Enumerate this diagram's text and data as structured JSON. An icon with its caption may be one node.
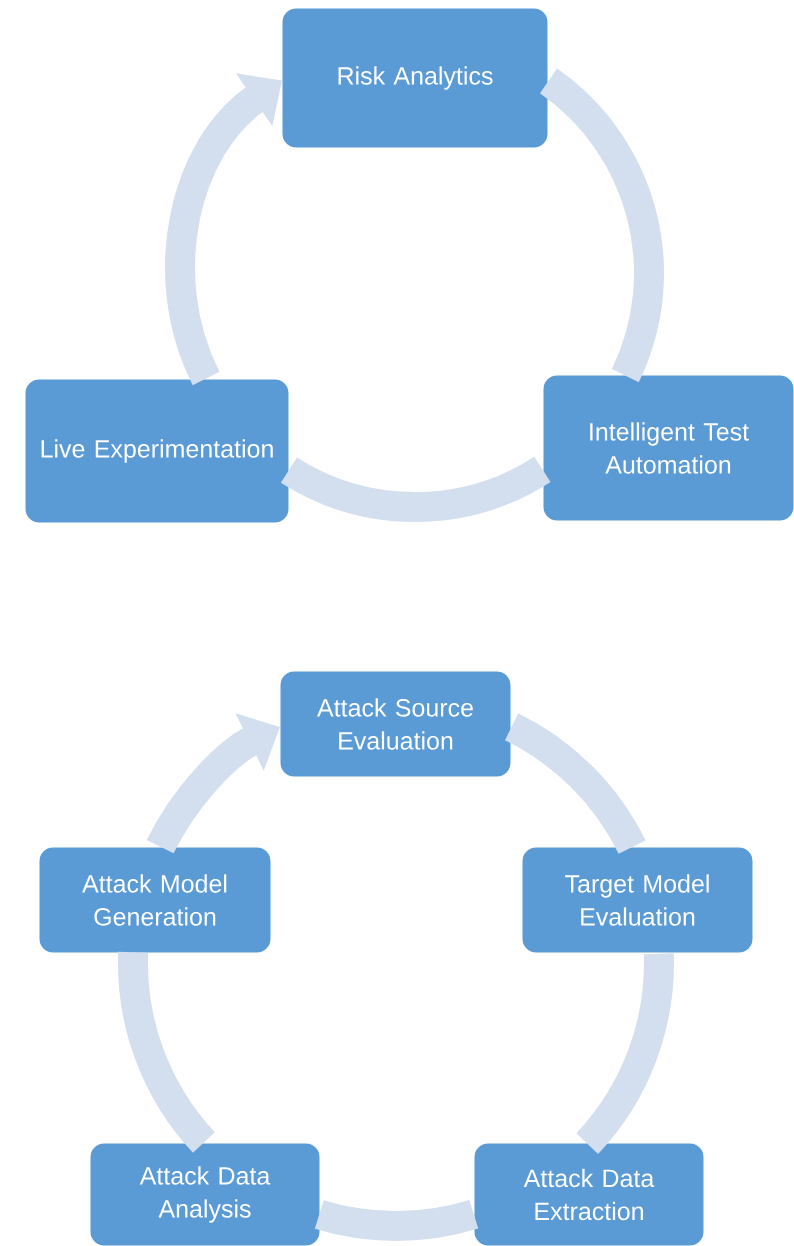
{
  "diagram": {
    "nodes": [
      {
        "text": [
          "Risk Analytics"
        ]
      },
      {
        "text": [
          "Live Experimentation"
        ]
      },
      {
        "text": [
          "Intelligent Test Automation"
        ]
      },
      {
        "text": [
          "Attack Source Evaluation"
        ]
      },
      {
        "text": [
          "Attack Model Generation"
        ]
      },
      {
        "text": [
          "Target Model Evaluation"
        ]
      },
      {
        "text": [
          "Attack Data Analysis"
        ]
      },
      {
        "text": [
          "Attack Data Extraction"
        ]
      }
    ],
    "edges": [
      {
        "from": 0,
        "to": 2,
        "arrow": "none"
      },
      {
        "from": 2,
        "to": 1,
        "arrow": "none"
      },
      {
        "from": 1,
        "to": 0,
        "arrow": "to"
      },
      {
        "from": 3,
        "to": 5,
        "arrow": "none"
      },
      {
        "from": 5,
        "to": 7,
        "arrow": "none"
      },
      {
        "from": 7,
        "to": 6,
        "arrow": "none"
      },
      {
        "from": 6,
        "to": 4,
        "arrow": "none"
      },
      {
        "from": 4,
        "to": 3,
        "arrow": "to"
      }
    ]
  }
}
